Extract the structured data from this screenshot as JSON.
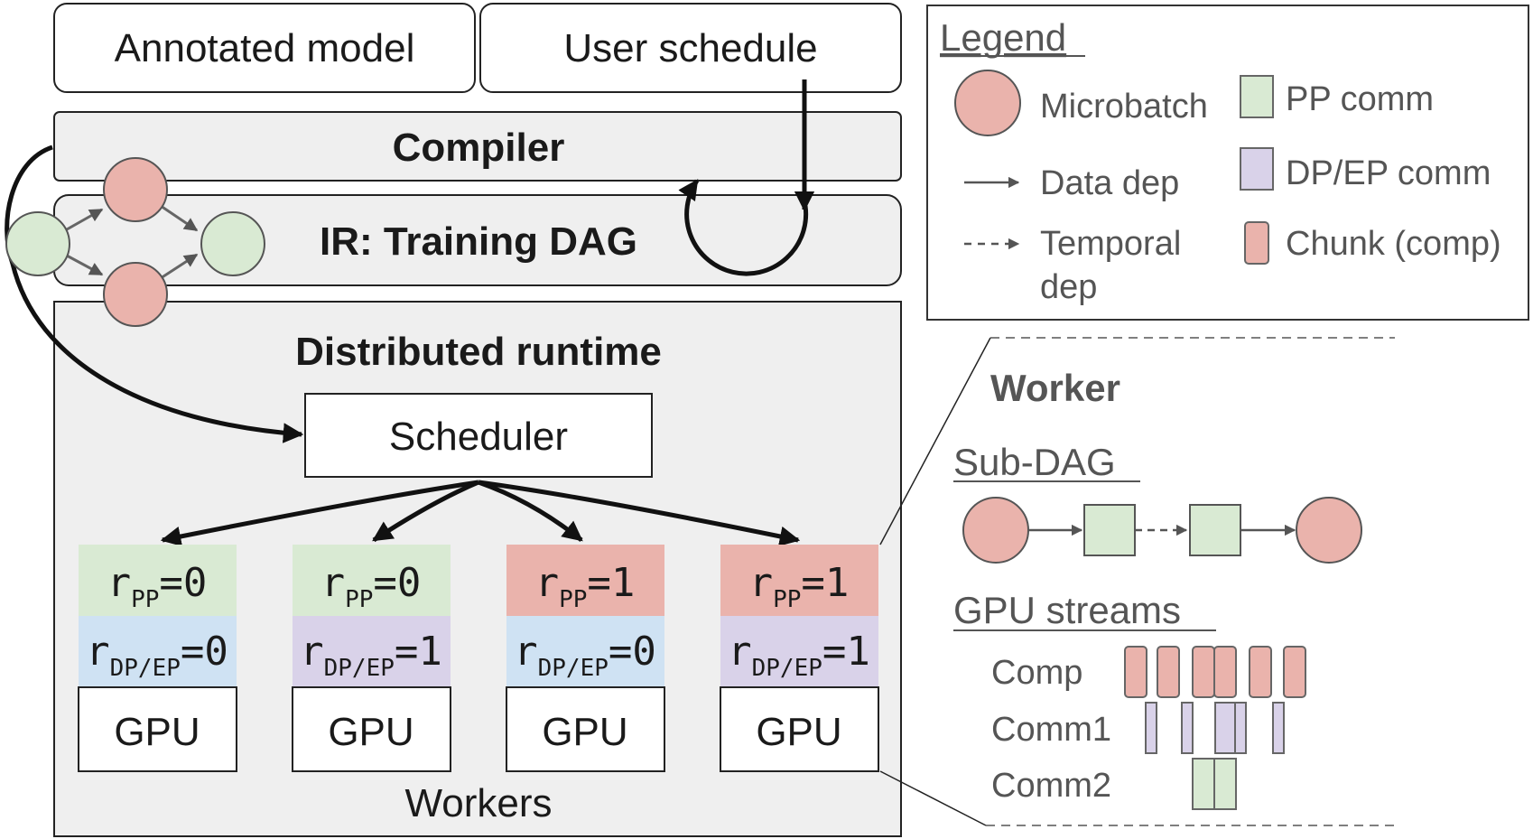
{
  "inputs": {
    "annotated_model": "Annotated model",
    "user_schedule": "User schedule"
  },
  "compiler": {
    "label": "Compiler"
  },
  "ir": {
    "label": "IR: Training DAG"
  },
  "runtime": {
    "label": "Distributed runtime",
    "scheduler": "Scheduler",
    "workers_label": "Workers"
  },
  "workers": [
    {
      "pp_prefix": "r",
      "pp_sub": "PP",
      "pp_value": "=0",
      "dp_prefix": "r",
      "dp_sub": "DP/EP",
      "dp_value": "=0",
      "gpu": "GPU"
    },
    {
      "pp_prefix": "r",
      "pp_sub": "PP",
      "pp_value": "=0",
      "dp_prefix": "r",
      "dp_sub": "DP/EP",
      "dp_value": "=1",
      "gpu": "GPU"
    },
    {
      "pp_prefix": "r",
      "pp_sub": "PP",
      "pp_value": "=1",
      "dp_prefix": "r",
      "dp_sub": "DP/EP",
      "dp_value": "=0",
      "gpu": "GPU"
    },
    {
      "pp_prefix": "r",
      "pp_sub": "PP",
      "pp_value": "=1",
      "dp_prefix": "r",
      "dp_sub": "DP/EP",
      "dp_value": "=1",
      "gpu": "GPU"
    }
  ],
  "legend": {
    "title": "Legend",
    "microbatch": "Microbatch",
    "pp_comm": "PP comm",
    "data_dep": "Data dep",
    "dp_ep_comm": "DP/EP comm",
    "temporal_dep_line1": "Temporal",
    "temporal_dep_line2": "dep",
    "chunk": "Chunk (comp)"
  },
  "worker_detail": {
    "title": "Worker",
    "sub_dag": "Sub-DAG",
    "gpu_streams": "GPU streams",
    "streams": [
      "Comp",
      "Comm1",
      "Comm2"
    ]
  },
  "colors": {
    "microbatch": "#eab3ac",
    "pp_comm": "#d9ead3",
    "dp_ep_comm": "#d9d2e9",
    "dp_ep_blue": "#cfe2f3",
    "box_fill": "#efefef",
    "stroke": "#222222"
  }
}
